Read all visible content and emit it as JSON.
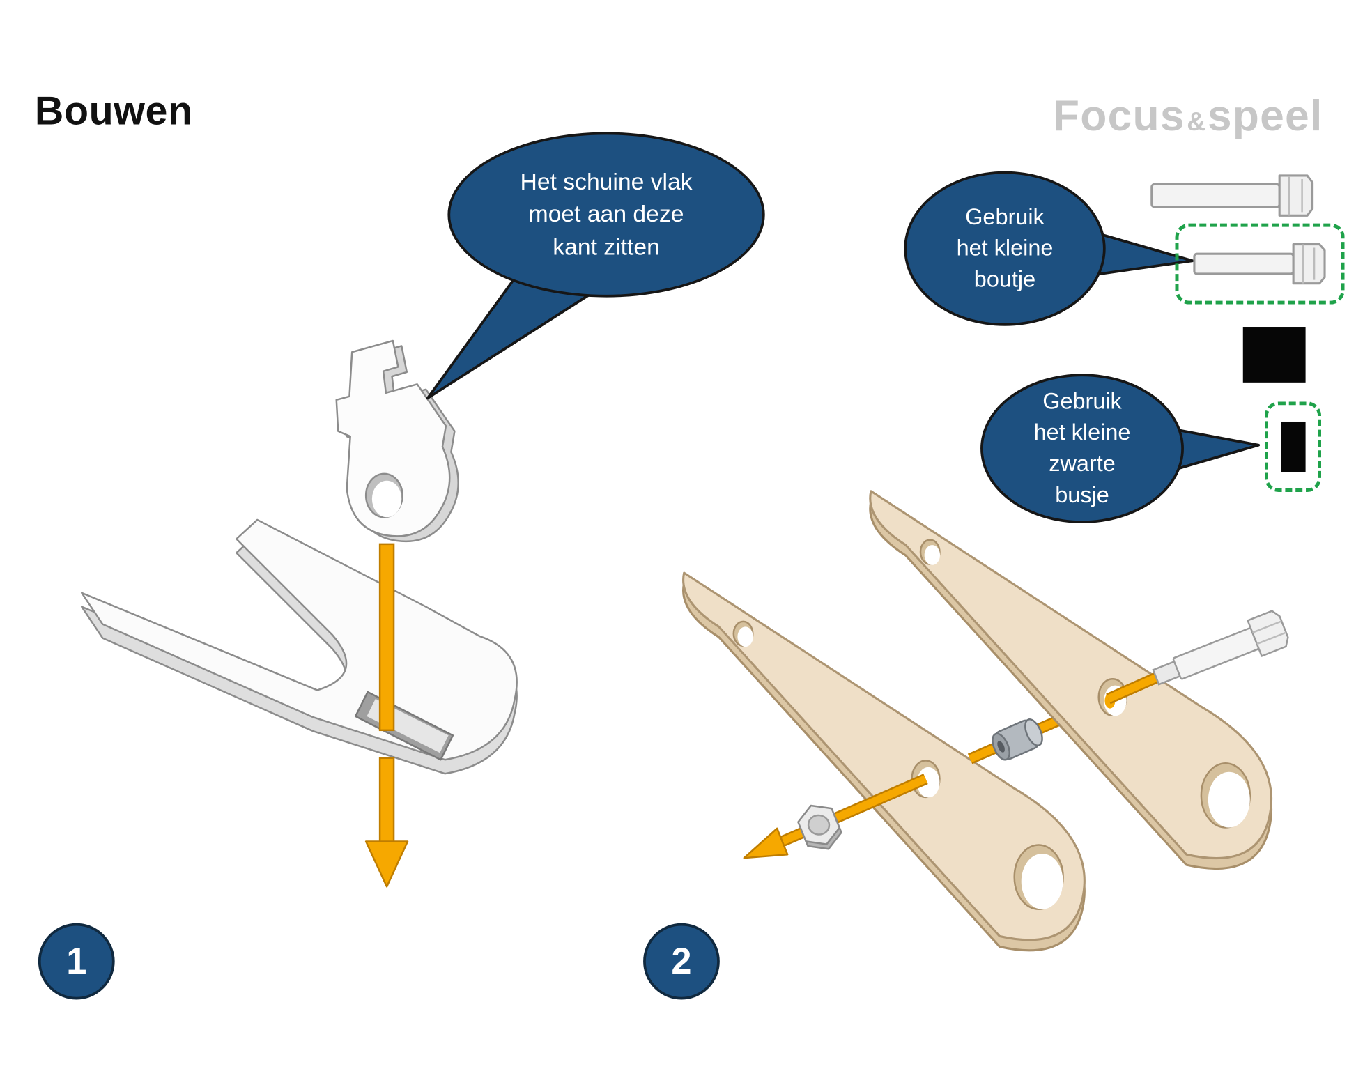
{
  "page": {
    "title": "Bouwen",
    "logo": {
      "word1": "Focus",
      "amp": "&",
      "word2": "speel"
    }
  },
  "steps": [
    {
      "number": "1",
      "bubble": "Het schuine vlak\nmoet aan deze\nkant zitten"
    },
    {
      "number": "2",
      "bubble_bolt": "Gebruik\nhet kleine\nboutje",
      "bubble_bushing": "Gebruik\nhet kleine\nzwarte\nbusje"
    }
  ],
  "illustrations": {
    "step1_parts": [
      "hook-part",
      "fork-base-part",
      "down-arrow"
    ],
    "step2_parts": [
      "wood-plate-left",
      "wood-plate-right",
      "small-bolt",
      "hex-nut",
      "black-bushing",
      "insertion-arrow"
    ],
    "parts_panel": [
      "large-bolt",
      "small-bolt-highlighted",
      "black-square-bushing",
      "small-black-bushing-highlighted"
    ]
  },
  "colors": {
    "bubble_blue": "#1d5080",
    "badge_blue": "#1d5080",
    "arrow_orange": "#f6a800",
    "wood": "#efdfc7",
    "highlight_green": "#1fa24a",
    "logo_gray": "#c7c7c7"
  }
}
